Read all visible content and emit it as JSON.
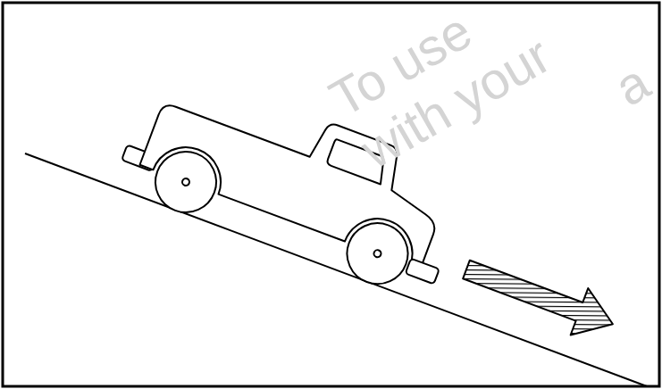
{
  "diagram": {
    "labels": [
      "To use",
      "with your",
      "a"
    ]
  }
}
